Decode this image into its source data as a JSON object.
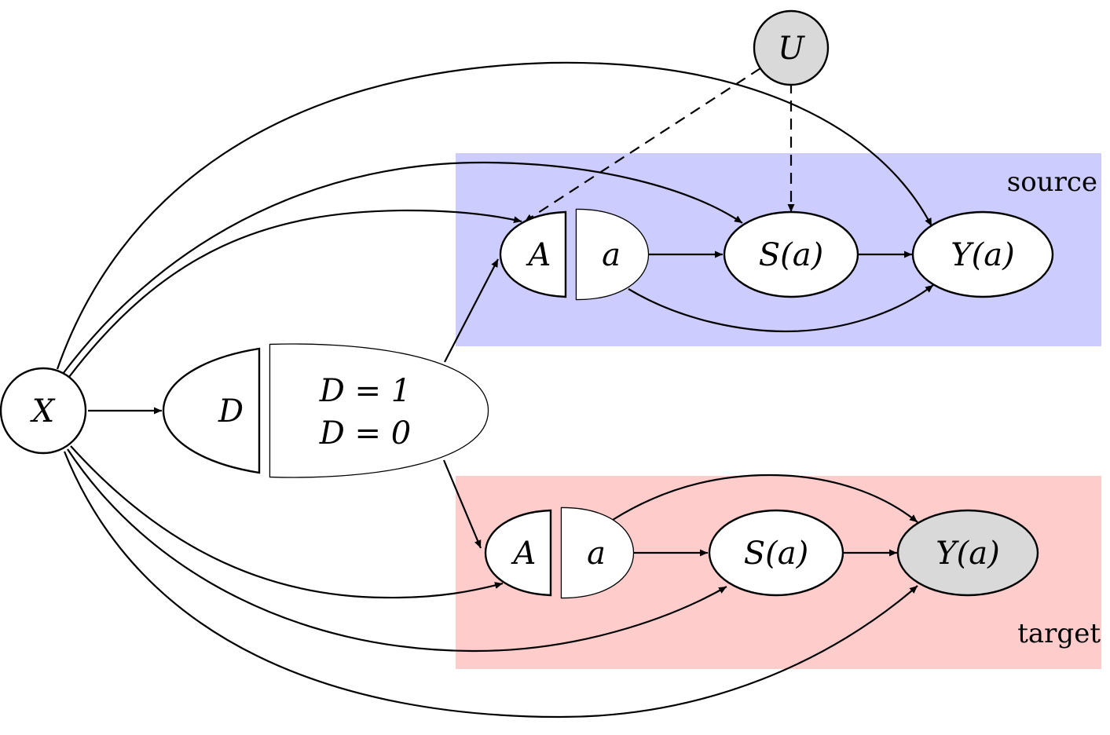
{
  "regions": {
    "source": {
      "label": "source",
      "color": "#ccccff"
    },
    "target": {
      "label": "target",
      "color": "#ffcccc"
    }
  },
  "nodes": {
    "x": "X",
    "u": "U",
    "d": "D",
    "d_value_1": "D = 1",
    "d_value_0": "D = 0",
    "source_a": "A",
    "source_a_value": "a",
    "source_s": "S(a)",
    "source_y": "Y(a)",
    "target_a": "A",
    "target_a_value": "a",
    "target_s": "S(a)",
    "target_y": "Y(a)"
  },
  "colors": {
    "shaded_node": "#d9d9d9"
  }
}
